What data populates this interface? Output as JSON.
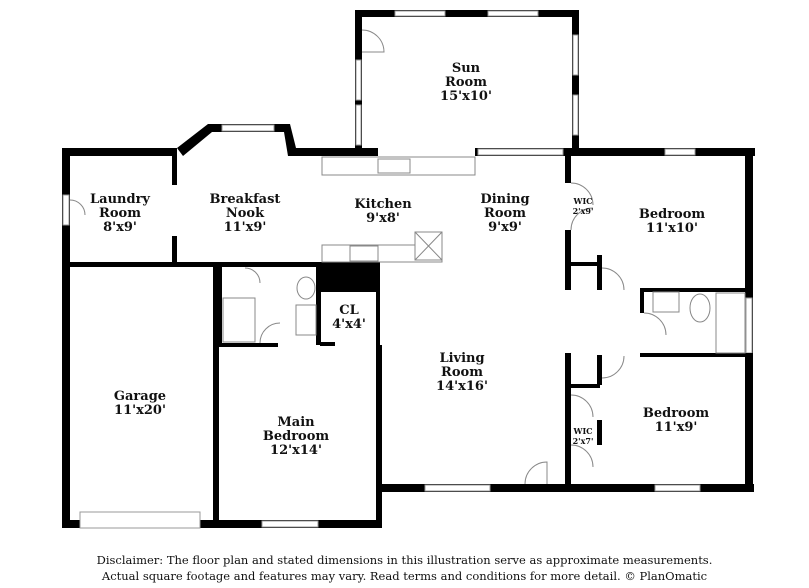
{
  "rooms": {
    "sun_room": {
      "name1": "Sun",
      "name2": "Room",
      "dims": "15'x10'"
    },
    "laundry": {
      "name1": "Laundry",
      "name2": "Room",
      "dims": "8'x9'"
    },
    "breakfast": {
      "name1": "Breakfast",
      "name2": "Nook",
      "dims": "11'x9'"
    },
    "kitchen": {
      "name": "Kitchen",
      "dims": "9'x8'"
    },
    "dining": {
      "name1": "Dining",
      "name2": "Room",
      "dims": "9'x9'"
    },
    "wic1": {
      "name": "WIC",
      "dims": "2'x9'"
    },
    "bedroom1": {
      "name": "Bedroom",
      "dims": "11'x10'"
    },
    "closet": {
      "name": "CL",
      "dims": "4'x4'"
    },
    "garage": {
      "name": "Garage",
      "dims": "11'x20'"
    },
    "living": {
      "name1": "Living",
      "name2": "Room",
      "dims": "14'x16'"
    },
    "main_bedroom": {
      "name1": "Main",
      "name2": "Bedroom",
      "dims": "12'x14'"
    },
    "wic2": {
      "name": "WIC",
      "dims": "2'x7'"
    },
    "bedroom2": {
      "name": "Bedroom",
      "dims": "11'x9'"
    }
  },
  "disclaimer": {
    "line1": "Disclaimer: The floor plan and stated dimensions in this illustration serve as approximate measurements.",
    "line2": "Actual square footage and features may vary. Read terms and conditions for more detail. © PlanOmatic"
  }
}
